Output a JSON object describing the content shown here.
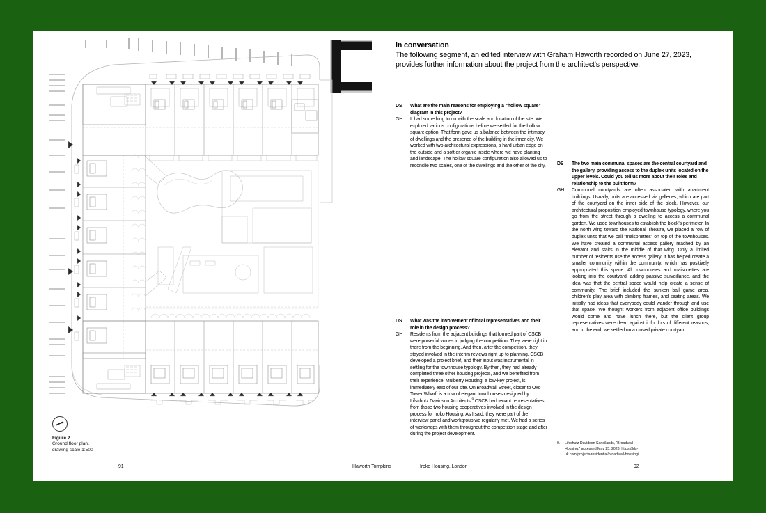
{
  "theme": {
    "background_green": "#1a6211",
    "page_white": "#ffffff",
    "ink": "#000000"
  },
  "left_page": {
    "figure": {
      "north_arrow_icon": "north-arrow-icon",
      "label": "Figure 2",
      "caption_line1": "Ground floor plan,",
      "caption_line2": "drawing scale 1:500"
    },
    "diagram_mark": "hollow-square-c-mark"
  },
  "right_page": {
    "intro": {
      "title": "In conversation",
      "body": "The following segment, an edited interview with Graham Haworth recorded on June 27, 2023, provides further information about the project from the architect's perspective."
    },
    "speakers": {
      "interviewer": "DS",
      "architect": "GH"
    },
    "qa_left": [
      {
        "question": "What are the main reasons for employing a “hollow square” diagram in this project?",
        "answer": "It had something to do with the scale and location of the site. We explored various configurations before we settled for the hollow square option. That form gave us a balance between the intimacy of dwellings and the presence of the building in the inner city. We worked with two architectural expressions, a hard urban edge on the outside and a soft or organic inside where we have planting and landscape. The hollow square configuration also allowed us to reconcile two scales, one of the dwellings and the other of the city."
      },
      {
        "question": "What was the involvement of local representatives and their role in the design process?",
        "answer_part1": "Residents from the adjacent buildings that formed part of CSCB were powerful voices in judging the competition. They were right in there from the beginning. And then, after the competition, they stayed involved in the interim reviews right up to planning. CSCB developed a project brief, and their input was instrumental in settling for the townhouse typology. By then, they had already completed three other housing projects, and we benefited from their experience. Mulberry Housing, a low-key project, is immediately east of our site. On Broadwall Street, closer to Oxo Tower Wharf, is a row of elegant townhouses designed by Lifschutz Davidson Architects.",
        "footnote_marker": "9",
        "answer_part2": " CSCB had tenant representatives from those two housing cooperatives involved in the design process for Iroko Housing. As I said, they were part of the interview panel and workgroup we regularly met. We had a series of workshops with them throughout the competition stage and after during the project development."
      }
    ],
    "qa_right": [
      {
        "question": "The two main communal spaces are the central courtyard and the gallery, providing access to the duplex units located on the upper levels. Could you tell us more about their roles and relationship to the built form?",
        "answer": "Communal courtyards are often associated with apartment buildings. Usually, units are accessed via galleries, which are part of the courtyard on the inner side of the block. However, our architectural proposition employed townhouse typology, where you go from the street through a dwelling to access a communal garden. We used townhouses to establish the block's perimeter. In the north wing toward the National Theatre, we placed a row of duplex units that we call “maisonettes” on top of the townhouses. We have created a communal access gallery reached by an elevator and stairs in the middle of that wing. Only a limited number of residents use the access gallery. It has helped create a smaller community within the community, which has positively appropriated this space. All townhouses and maisonettes are looking into the courtyard, adding passive surveillance, and the idea was that the central space would help create a sense of community. The brief included the sunken ball game area, children's play area with climbing frames, and seating areas. We initially had ideas that everybody could wander through and use that space. We thought workers from adjacent office buildings would come and have lunch there, but the client group representatives were dead against it for lots of different reasons, and in the end, we settled on a closed private courtyard."
      }
    ],
    "footnote": {
      "number": "9.",
      "text": "Lifschutz Davidson Sandilands, “Broadwall Housing,” accessed May 25, 2023, https://lds-uk.com/projects/residential/broadwall-housing/."
    }
  },
  "footer": {
    "page_left": "91",
    "studio": "Haworth Tompkins",
    "project": "Iroko Housing, London",
    "page_right": "92"
  }
}
